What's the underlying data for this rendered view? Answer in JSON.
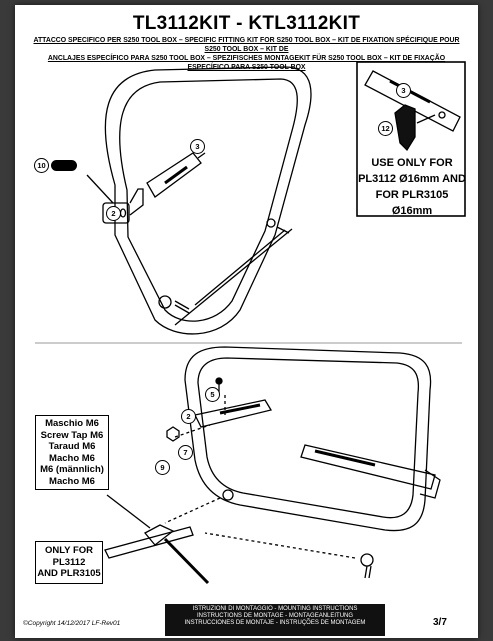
{
  "header": {
    "title": "TL3112KIT - KTL3112KIT",
    "subtitle_line1": "ATTACCO SPECIFICO PER S250 TOOL BOX – SPECIFIC FITTING KIT FOR S250 TOOL BOX – KIT DE FIXATION SPÉCIFIQUE POUR S250 TOOL BOX – KIT DE",
    "subtitle_line2": "ANCLAJES ESPECÍFICO PARA S250 TOOL BOX – SPEZIFISCHES MONTAGEKIT FÜR S250 TOOL BOX – KIT DE FIXAÇÃO ESPECÍFICO PARA S250 TOOL BOX"
  },
  "inset_note": {
    "line1": "USE ONLY FOR",
    "line2": "PL3112 Ø16mm AND",
    "line3": "FOR PLR3105 Ø16mm"
  },
  "callouts": {
    "c10": "10",
    "c3a": "3",
    "c3b": "3",
    "c12": "12",
    "c2a": "2",
    "c2b": "2",
    "c5": "5",
    "c7": "7",
    "c9": "9"
  },
  "tool_box": {
    "line1": "Maschio M6",
    "line2": "Screw Tap M6",
    "line3": "Taraud M6",
    "line4": "Macho M6",
    "line5": "M6 (männlich)",
    "line6": "Macho  M6"
  },
  "only_box": {
    "line1": "ONLY FOR",
    "line2": "PL3112",
    "line3": "AND PLR3105"
  },
  "footer": {
    "line1": "ISTRUZIONI DI MONTAGGIO  -  MOUNTING INSTRUCTIONS",
    "line2": "INSTRUCTIONS DE MONTAGE - MONTAGEANLEITUNG",
    "line3": "INSTRUCCIONES DE MONTAJE - INSTRUÇÕES DE MONTAGEM",
    "copyright": "©Copyright 14/12/2017 LF-Rev01",
    "page": "3/7"
  }
}
